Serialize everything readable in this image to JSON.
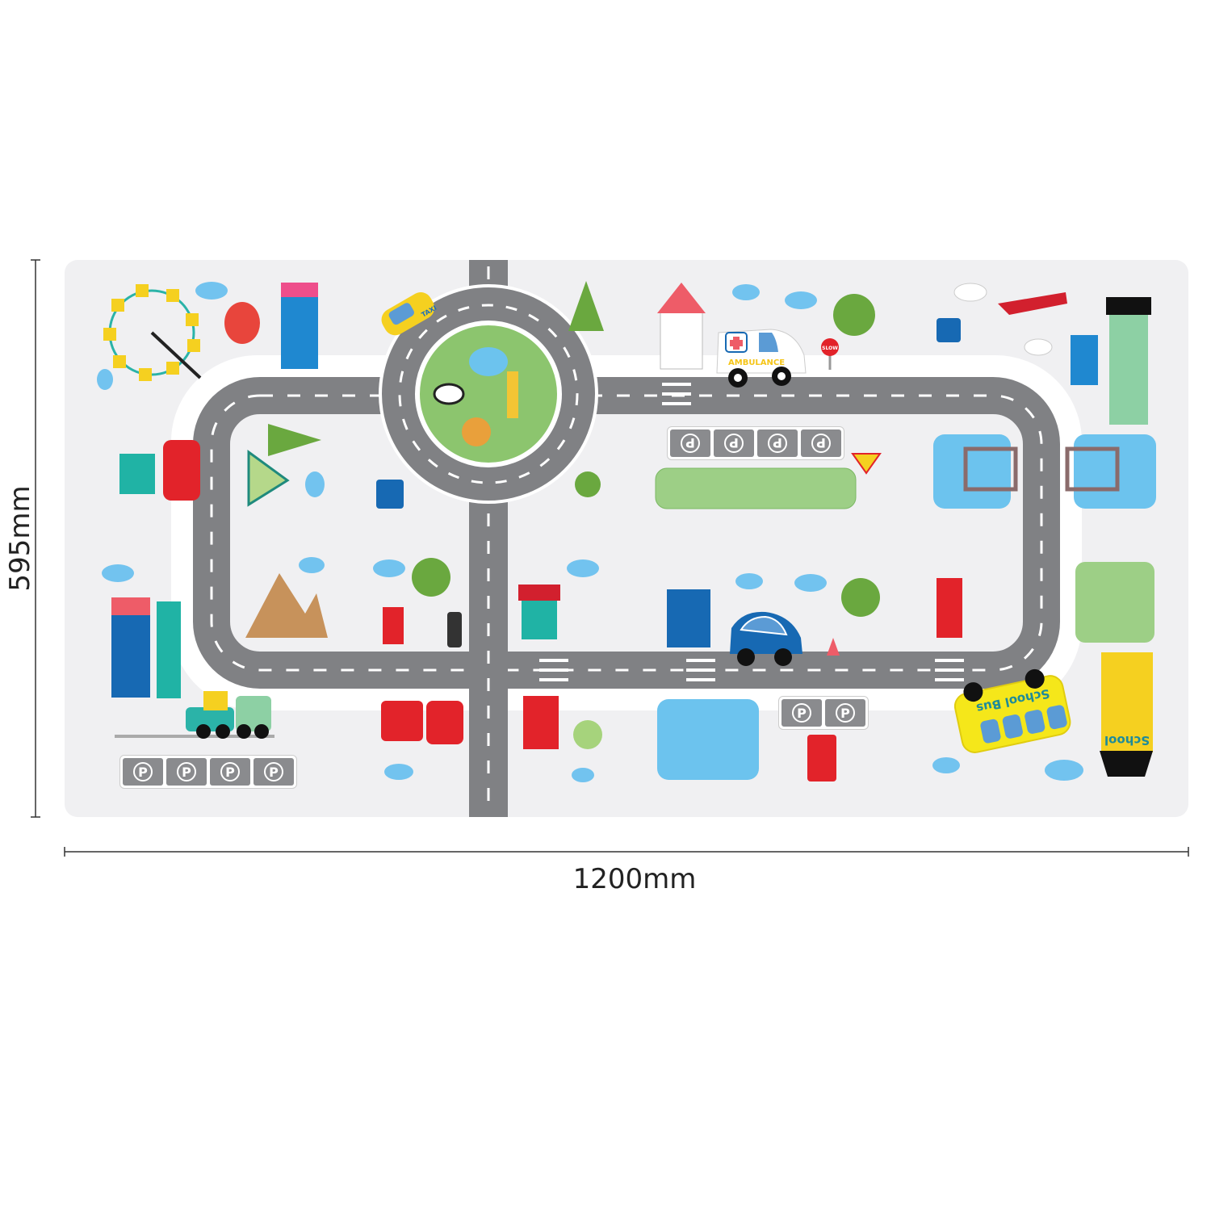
{
  "dimensions": {
    "height_label": "595mm",
    "width_label": "1200mm"
  },
  "vehicles": {
    "taxi_label": "TAXI",
    "ambulance_label": "AMBULANCE",
    "bus_label": "School Bus"
  },
  "signs": {
    "slow_label": "SLOW",
    "parking_label": "P"
  },
  "buildings": {
    "school_label": "School"
  },
  "colors": {
    "mat": "#f0f0f2",
    "road": "#808184",
    "grass": "#8cc56e",
    "water": "#6cc3ee",
    "cloud": "#72c3ef"
  }
}
